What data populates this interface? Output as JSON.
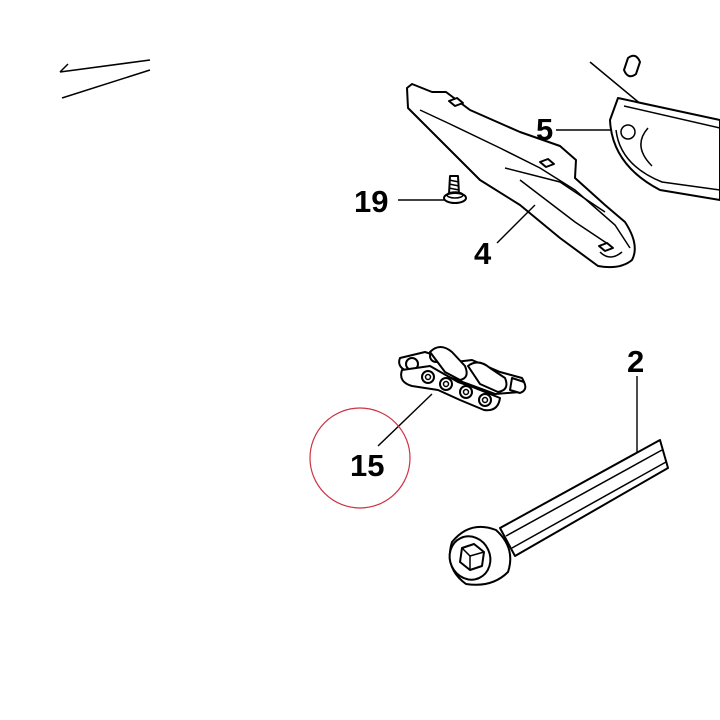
{
  "diagram": {
    "callouts": [
      {
        "id": "5",
        "label": "5"
      },
      {
        "id": "19",
        "label": "19"
      },
      {
        "id": "4",
        "label": "4"
      },
      {
        "id": "2",
        "label": "2"
      },
      {
        "id": "15",
        "label": "15"
      }
    ],
    "highlight": {
      "callout": "15",
      "color": "#cc3344"
    }
  }
}
